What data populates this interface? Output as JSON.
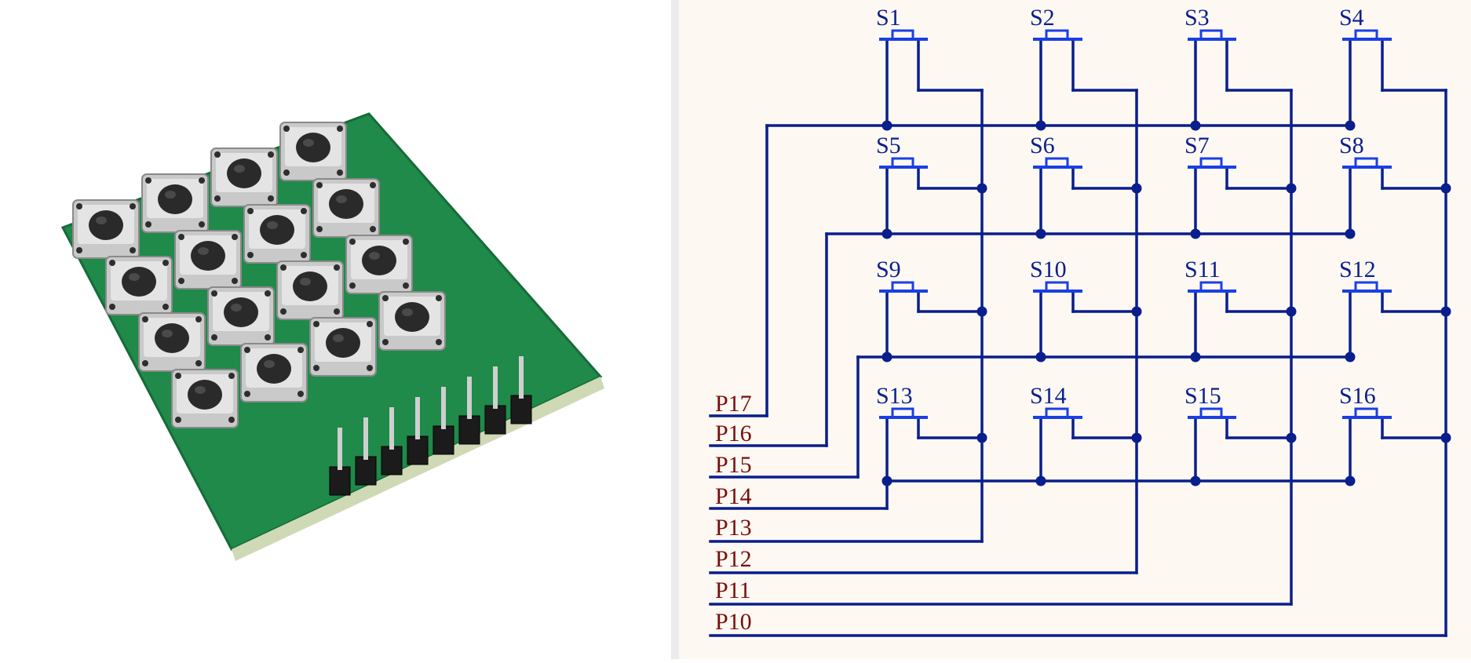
{
  "switches": [
    "S1",
    "S2",
    "S3",
    "S4",
    "S5",
    "S6",
    "S7",
    "S8",
    "S9",
    "S10",
    "S11",
    "S12",
    "S13",
    "S14",
    "S15",
    "S16"
  ],
  "ports": [
    "P17",
    "P16",
    "P15",
    "P14",
    "P13",
    "P12",
    "P11",
    "P10"
  ],
  "colors": {
    "wire": "#0a1e8c",
    "switch": "#1a3ee6",
    "switch_label": "#0a1e8c",
    "port_label": "#7a0d0d",
    "pcb": "#1f8a4a",
    "button": "#2a2a2a"
  }
}
